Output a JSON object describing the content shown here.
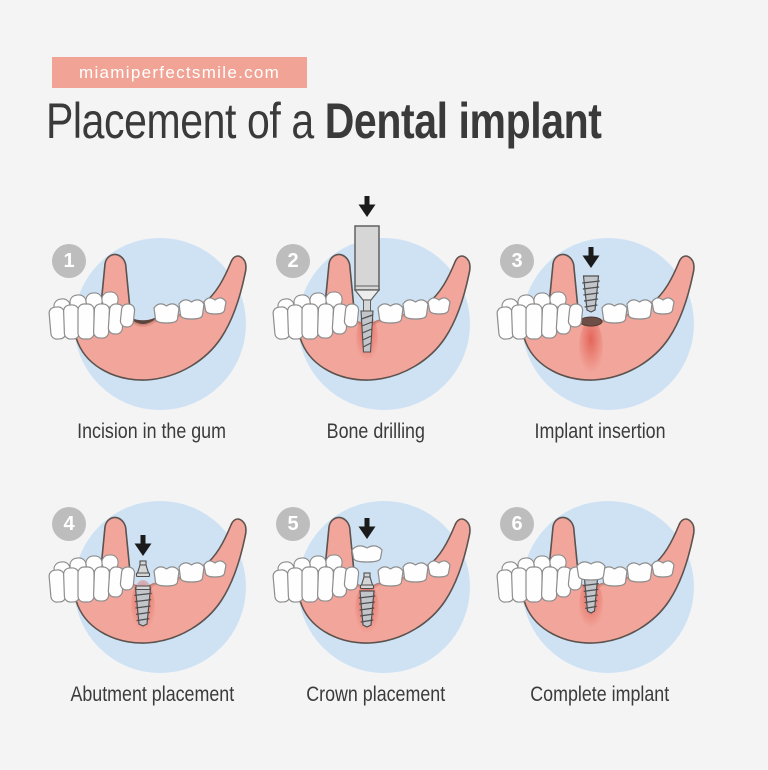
{
  "banner": {
    "text": "miamiperfectsmile.com"
  },
  "title": {
    "light": "Placement of a ",
    "bold": "Dental implant"
  },
  "steps": [
    {
      "number": "1",
      "caption": "Incision in the gum",
      "illustration": "incision",
      "icons": [
        "incision-wound"
      ]
    },
    {
      "number": "2",
      "caption": "Bone drilling",
      "illustration": "drill",
      "icons": [
        "down-arrow-icon",
        "bone-drill",
        "inflammation-glow"
      ]
    },
    {
      "number": "3",
      "caption": "Implant insertion",
      "illustration": "insertion",
      "icons": [
        "down-arrow-icon",
        "implant-screw",
        "socket-hole",
        "inflammation-glow"
      ]
    },
    {
      "number": "4",
      "caption": "Abutment placement",
      "illustration": "abutment",
      "icons": [
        "down-arrow-icon",
        "abutment",
        "implant-screw",
        "inflammation-glow"
      ]
    },
    {
      "number": "5",
      "caption": "Crown placement",
      "illustration": "crown",
      "icons": [
        "down-arrow-icon",
        "tooth-crown",
        "abutment",
        "implant-screw",
        "inflammation-glow"
      ]
    },
    {
      "number": "6",
      "caption": "Complete implant",
      "illustration": "complete",
      "icons": [
        "tooth-crown",
        "implant-screw",
        "inflammation-glow"
      ]
    }
  ],
  "colors": {
    "background": "#F4F4F5",
    "banner_bg": "#F1A496",
    "banner_text": "#FFFFFF",
    "title_text": "#3A3A3A",
    "caption_text": "#3B3B3B",
    "badge_bg": "#BDBDBD",
    "badge_text": "#FFFFFF",
    "circle_blue": "#CEE2F4",
    "gum_pink": "#F2A69B",
    "gum_shade": "#DF8D80",
    "jaw_outline": "#5C524E",
    "tooth_white": "#FEFEFE",
    "tooth_stroke": "#8D8D8D",
    "metal_light": "#D6D6D6",
    "metal_mid": "#C2C6CB",
    "metal_stroke": "#4F4F4F",
    "arrow_black": "#1B1B1B",
    "wound_dark": "#5C443C",
    "socket_dark": "#6E4F47",
    "inflammation_red": "#E0564B"
  }
}
